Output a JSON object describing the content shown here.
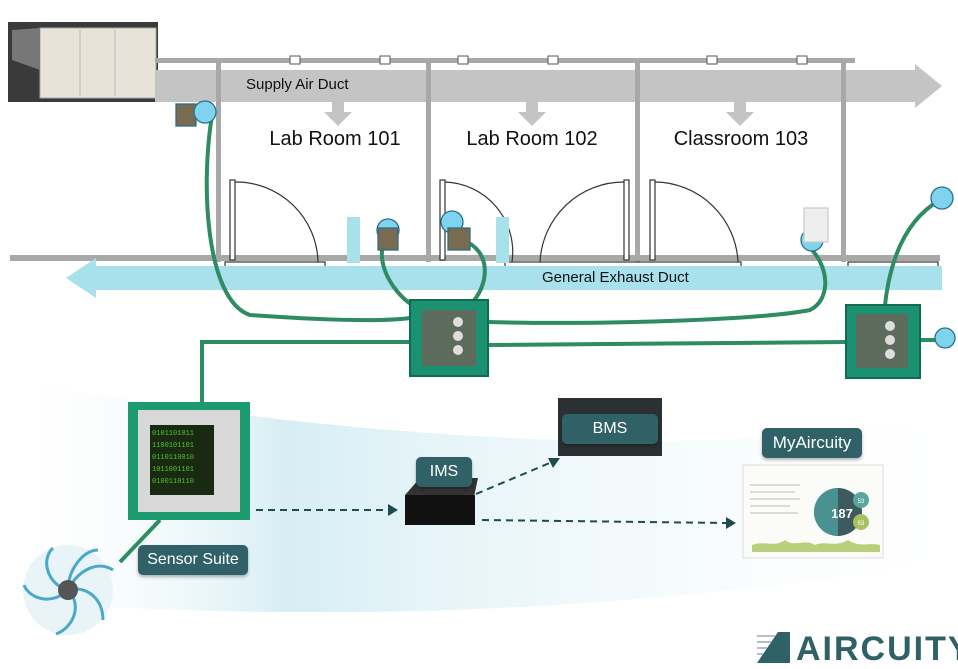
{
  "ducts": {
    "supply": "Supply Air Duct",
    "exhaust": "General Exhaust Duct"
  },
  "rooms": [
    "Lab Room 101",
    "Lab Room 102",
    "Classroom 103"
  ],
  "components": {
    "sensor_suite": "Sensor Suite",
    "ims": "IMS",
    "bms": "BMS",
    "myaircuity": "MyAircuity"
  },
  "dashboard": {
    "main_value": "187",
    "small_values": [
      "53",
      "53"
    ]
  },
  "logo": "AIRCUITY",
  "colors": {
    "wire": "#2e8b62",
    "label_bg": "#2f6166",
    "exhaust": "#a8e0ec",
    "supply": "#c4c4c4"
  }
}
